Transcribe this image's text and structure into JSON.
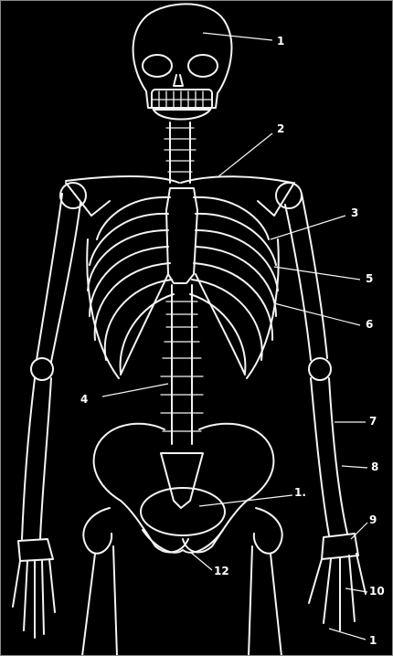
{
  "diagram": {
    "colors": {
      "background": "#000000",
      "bone": "#f4f4f4",
      "label": "#ffffff"
    },
    "callouts": [
      {
        "id": "c1",
        "text": "1"
      },
      {
        "id": "c2",
        "text": "2"
      },
      {
        "id": "c3",
        "text": "3"
      },
      {
        "id": "c5",
        "text": "5"
      },
      {
        "id": "c6",
        "text": "6"
      },
      {
        "id": "c4",
        "text": "4"
      },
      {
        "id": "c7",
        "text": "7"
      },
      {
        "id": "c8",
        "text": "8"
      },
      {
        "id": "c1a",
        "text": "1."
      },
      {
        "id": "c9",
        "text": "9"
      },
      {
        "id": "c12",
        "text": "12"
      },
      {
        "id": "c10",
        "text": "10"
      },
      {
        "id": "c1b",
        "text": "1"
      }
    ]
  }
}
